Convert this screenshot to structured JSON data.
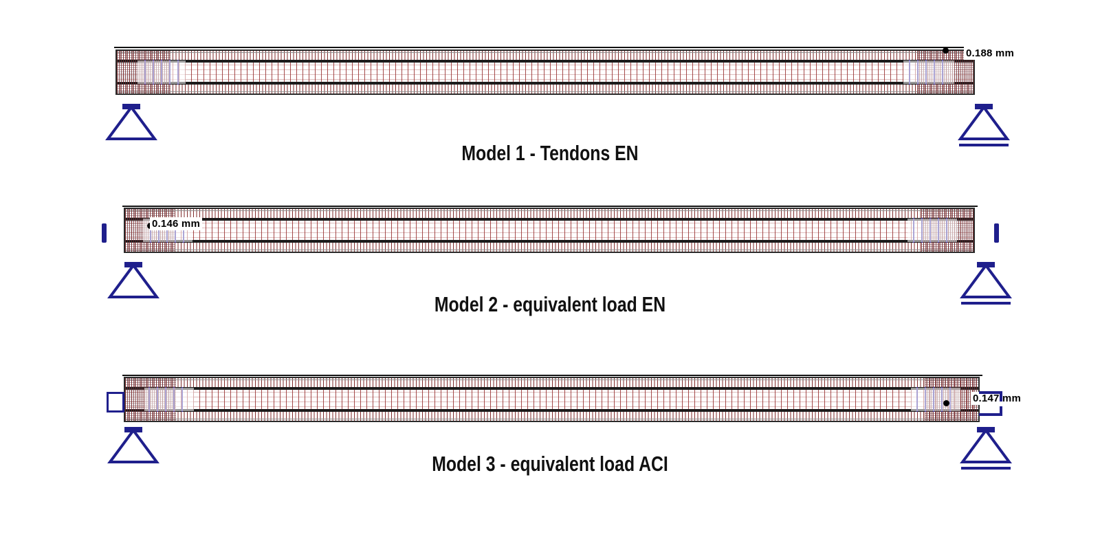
{
  "figure": {
    "title": "Prestressed beam FEM deflection comparison",
    "background_color": "#ffffff",
    "units": "mm"
  },
  "palette": {
    "beam_outline": "#2b2b2b",
    "flange_band": "#1b1b1b",
    "mesh_red": "#962d2d",
    "tendon_blue": "#3a2ca0",
    "support_blue": "#1f1f8c",
    "marker_blue": "#1f1f8c",
    "label_text": "#000000",
    "caption_text": "#111111"
  },
  "models": [
    {
      "id": "model-1",
      "caption": "Model 1  - Tendons EN",
      "deflection_label": "0.188 mm",
      "deflection_value": 0.188,
      "label_side": "right",
      "left_support": {
        "type": "pinned",
        "label": "pinned-support"
      },
      "right_support": {
        "type": "roller",
        "label": "roller-support"
      },
      "left_marker": {
        "type": "none",
        "label": ""
      },
      "right_marker": {
        "type": "none",
        "label": ""
      }
    },
    {
      "id": "model-2",
      "caption": "Model 2  - equivalent load EN",
      "deflection_label": "0.146 mm",
      "deflection_value": 0.146,
      "label_side": "left",
      "left_support": {
        "type": "pinned",
        "label": "pinned-support"
      },
      "right_support": {
        "type": "roller",
        "label": "roller-support"
      },
      "left_marker": {
        "type": "bar",
        "label": "equivalent-axial-load-marker"
      },
      "right_marker": {
        "type": "bar",
        "label": "equivalent-axial-load-marker"
      }
    },
    {
      "id": "model-3",
      "caption": "Model 3  - equivalent load ACI",
      "deflection_label": "0.147 mm",
      "deflection_value": 0.147,
      "label_side": "right",
      "left_support": {
        "type": "pinned",
        "label": "pinned-support"
      },
      "right_support": {
        "type": "roller",
        "label": "roller-support"
      },
      "left_marker": {
        "type": "rect",
        "label": "equivalent-moment-marker"
      },
      "right_marker": {
        "type": "bracket",
        "label": "equivalent-moment-marker"
      }
    }
  ]
}
